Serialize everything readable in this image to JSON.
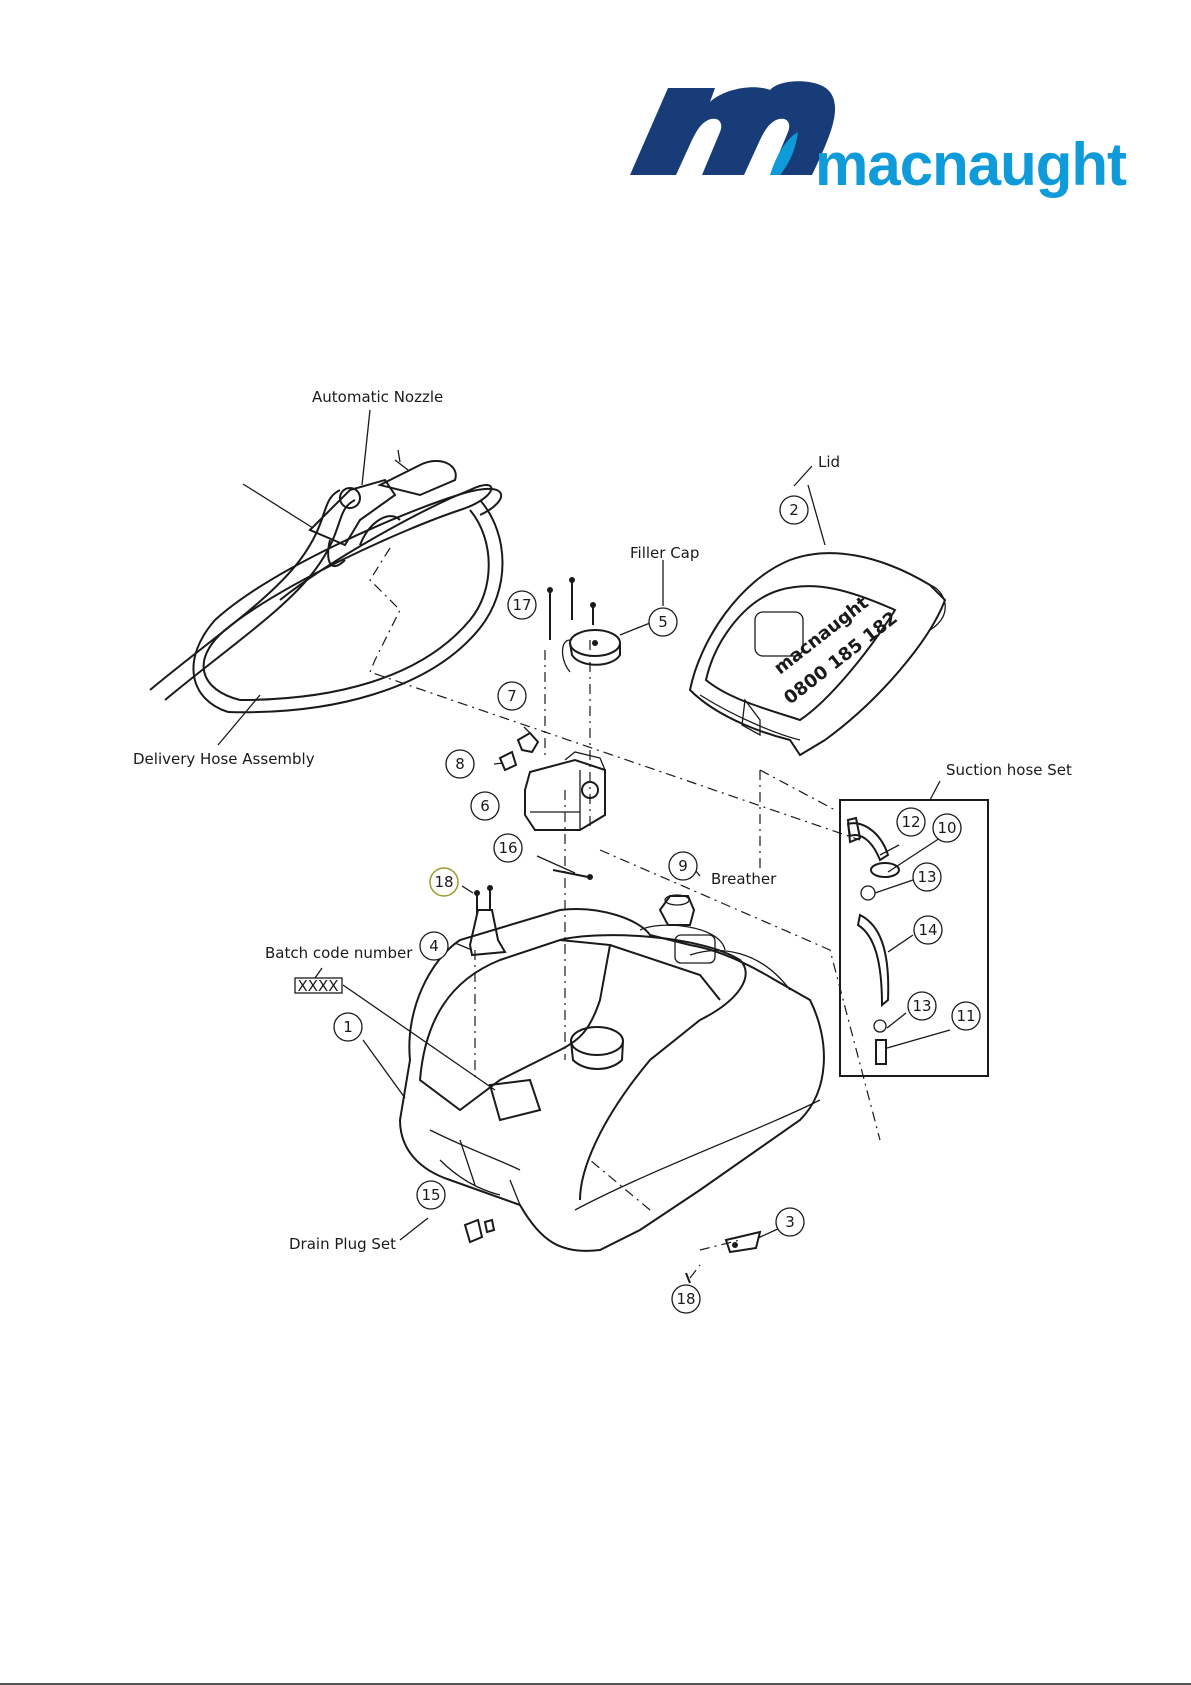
{
  "brand": {
    "name": "macnaught",
    "color": "#0f9bd9",
    "mark_color": "#173c78"
  },
  "labels": {
    "automatic_nozzle": "Automatic Nozzle",
    "lid": "Lid",
    "filler_cap": "Filler Cap",
    "delivery_hose": "Delivery Hose Assembly",
    "suction_hose_set": "Suction hose Set",
    "breather": "Breather",
    "batch_code_number": "Batch code number",
    "batch_code_box": "XXXX",
    "drain_plug_set": "Drain Plug Set"
  },
  "lid_panel": {
    "brand": "macnaught",
    "phone": "0800 185 182"
  },
  "callouts": [
    {
      "n": "1"
    },
    {
      "n": "2"
    },
    {
      "n": "3"
    },
    {
      "n": "4"
    },
    {
      "n": "5"
    },
    {
      "n": "6"
    },
    {
      "n": "7"
    },
    {
      "n": "8"
    },
    {
      "n": "9"
    },
    {
      "n": "10"
    },
    {
      "n": "11"
    },
    {
      "n": "12"
    },
    {
      "n": "13"
    },
    {
      "n": "13"
    },
    {
      "n": "14"
    },
    {
      "n": "15"
    },
    {
      "n": "16"
    },
    {
      "n": "17"
    },
    {
      "n": "18"
    },
    {
      "n": "18"
    }
  ]
}
